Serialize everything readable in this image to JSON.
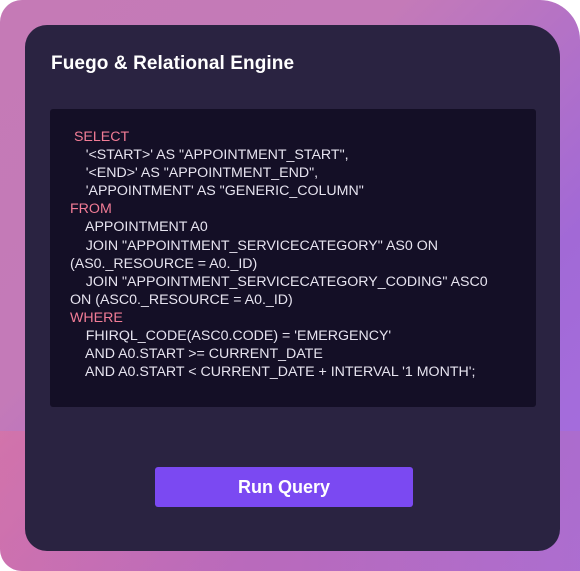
{
  "window": {
    "title": "Fuego & Relational Engine"
  },
  "query": {
    "lines": [
      {
        "keyword": " SELECT",
        "text": ""
      },
      {
        "keyword": "",
        "text": "    '<START>' AS \"APPOINTMENT_START\","
      },
      {
        "keyword": "",
        "text": "    '<END>' AS \"APPOINTMENT_END\","
      },
      {
        "keyword": "",
        "text": "    'APPOINTMENT' AS \"GENERIC_COLUMN\""
      },
      {
        "keyword": "FROM",
        "text": ""
      },
      {
        "keyword": "",
        "text": "    APPOINTMENT A0"
      },
      {
        "keyword": "",
        "text": "    JOIN \"APPOINTMENT_SERVICECATEGORY\" AS0 ON"
      },
      {
        "keyword": "",
        "text": "(AS0._RESOURCE = A0._ID)"
      },
      {
        "keyword": "",
        "text": "    JOIN \"APPOINTMENT_SERVICECATEGORY_CODING\" ASC0"
      },
      {
        "keyword": "",
        "text": "ON (ASC0._RESOURCE = A0._ID)"
      },
      {
        "keyword": "WHERE",
        "text": ""
      },
      {
        "keyword": "",
        "text": "    FHIRQL_CODE(ASC0.CODE) = 'EMERGENCY'"
      },
      {
        "keyword": "",
        "text": "    AND A0.START >= CURRENT_DATE"
      },
      {
        "keyword": "",
        "text": "    AND A0.START < CURRENT_DATE + INTERVAL '1 MONTH';"
      }
    ]
  },
  "actions": {
    "run_label": "Run Query"
  },
  "colors": {
    "panel": "#2a2341",
    "code_bg": "#140f26",
    "keyword": "#f27c96",
    "button": "#7b49f2"
  }
}
